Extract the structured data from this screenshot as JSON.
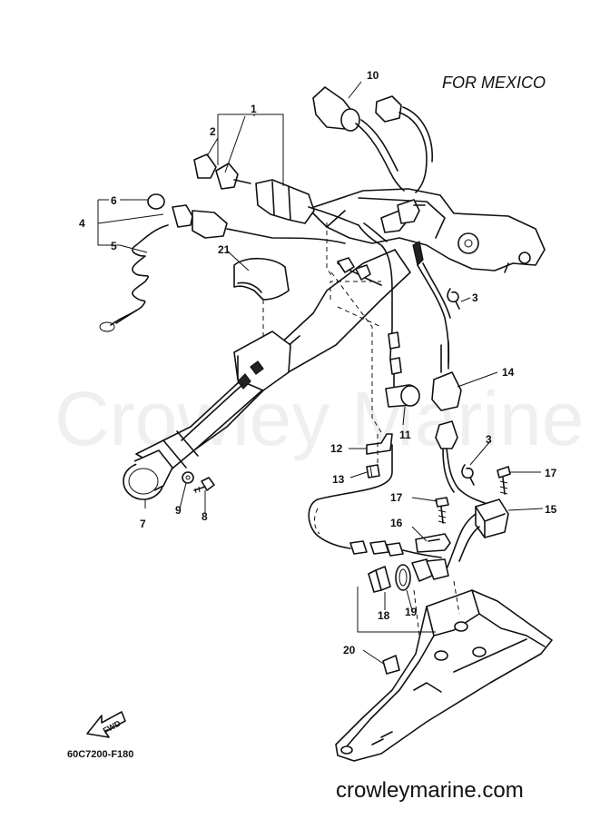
{
  "header": {
    "title": "FOR MEXICO"
  },
  "footer": {
    "diagram_code": "60C7200-F180",
    "website": "crowleymarine.com"
  },
  "watermark": {
    "text": "Crowley Marine"
  },
  "fwd_arrow": {
    "label": "FWD",
    "icon": "fwd-arrow-icon"
  },
  "callouts": [
    "10",
    "1",
    "2",
    "6",
    "4",
    "5",
    "21",
    "3",
    "14",
    "11",
    "12",
    "13",
    "3",
    "17",
    "7",
    "9",
    "8",
    "17",
    "15",
    "16",
    "18",
    "19",
    "20"
  ]
}
